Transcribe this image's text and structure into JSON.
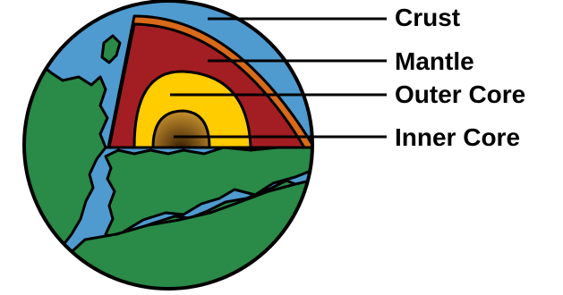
{
  "diagram": {
    "labels": [
      {
        "id": "crust",
        "text": "Crust"
      },
      {
        "id": "mantle",
        "text": "Mantle"
      },
      {
        "id": "outer_core",
        "text": "Outer Core"
      },
      {
        "id": "inner_core",
        "text": "Inner Core"
      }
    ],
    "colors": {
      "ocean": "#4f9bd0",
      "land": "#2a8a48",
      "crust": "#d86a1a",
      "mantle": "#a31e22",
      "outer_core": "#ffcc00",
      "inner_core_center": "#3a2005",
      "inner_core_edge": "#c08a2a",
      "outline": "#000000"
    }
  }
}
